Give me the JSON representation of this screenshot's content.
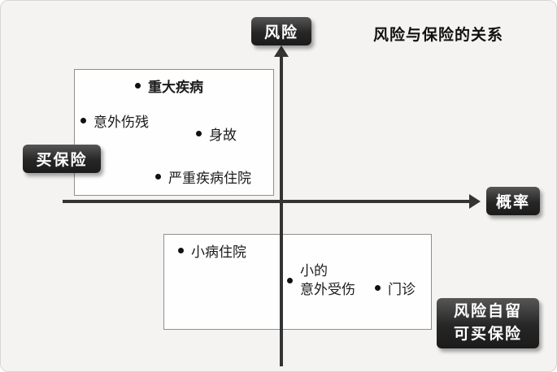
{
  "title": "风险与保险的关系",
  "axes": {
    "y_axis_label": "风险",
    "x_axis_label": "概率"
  },
  "labels": {
    "buy_insurance": "买保险",
    "risk_retention": {
      "line1": "风险自留",
      "line2": "可买保险"
    }
  },
  "upper_quadrant": {
    "points": [
      {
        "label": "重大疾病"
      },
      {
        "label": "意外伤残"
      },
      {
        "label": "身故"
      },
      {
        "label": "严重疾病住院"
      }
    ]
  },
  "lower_quadrant": {
    "points": [
      {
        "label": "小病住院"
      },
      {
        "label_line1": "小的",
        "label_line2": "意外受伤"
      },
      {
        "label": "门诊"
      }
    ]
  }
}
